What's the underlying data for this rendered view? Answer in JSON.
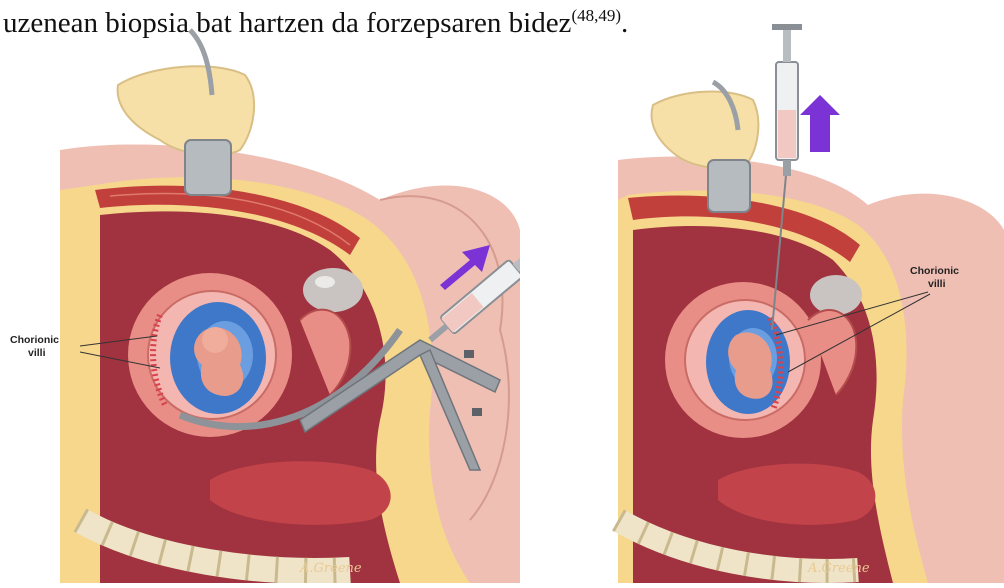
{
  "caption": {
    "text": "uzenean biopsia bat hartzen da forzepsaren bidez",
    "citation": "(48,49)",
    "end_punct": "."
  },
  "figure": {
    "left": {
      "label_line1": "Chorionic",
      "label_line2": "villi",
      "signature": "A.Greene"
    },
    "right": {
      "label_line1": "Chorionic",
      "label_line2": "villi",
      "signature": "A.Greene"
    }
  },
  "colors": {
    "skin": "#efbfb4",
    "fat": "#f6d78c",
    "uterus": "#e88e86",
    "amniotic": "#3f78c9",
    "instrument": "#9aa0a6",
    "arrow": "#7b33d6",
    "muscle": "#c2403c"
  }
}
